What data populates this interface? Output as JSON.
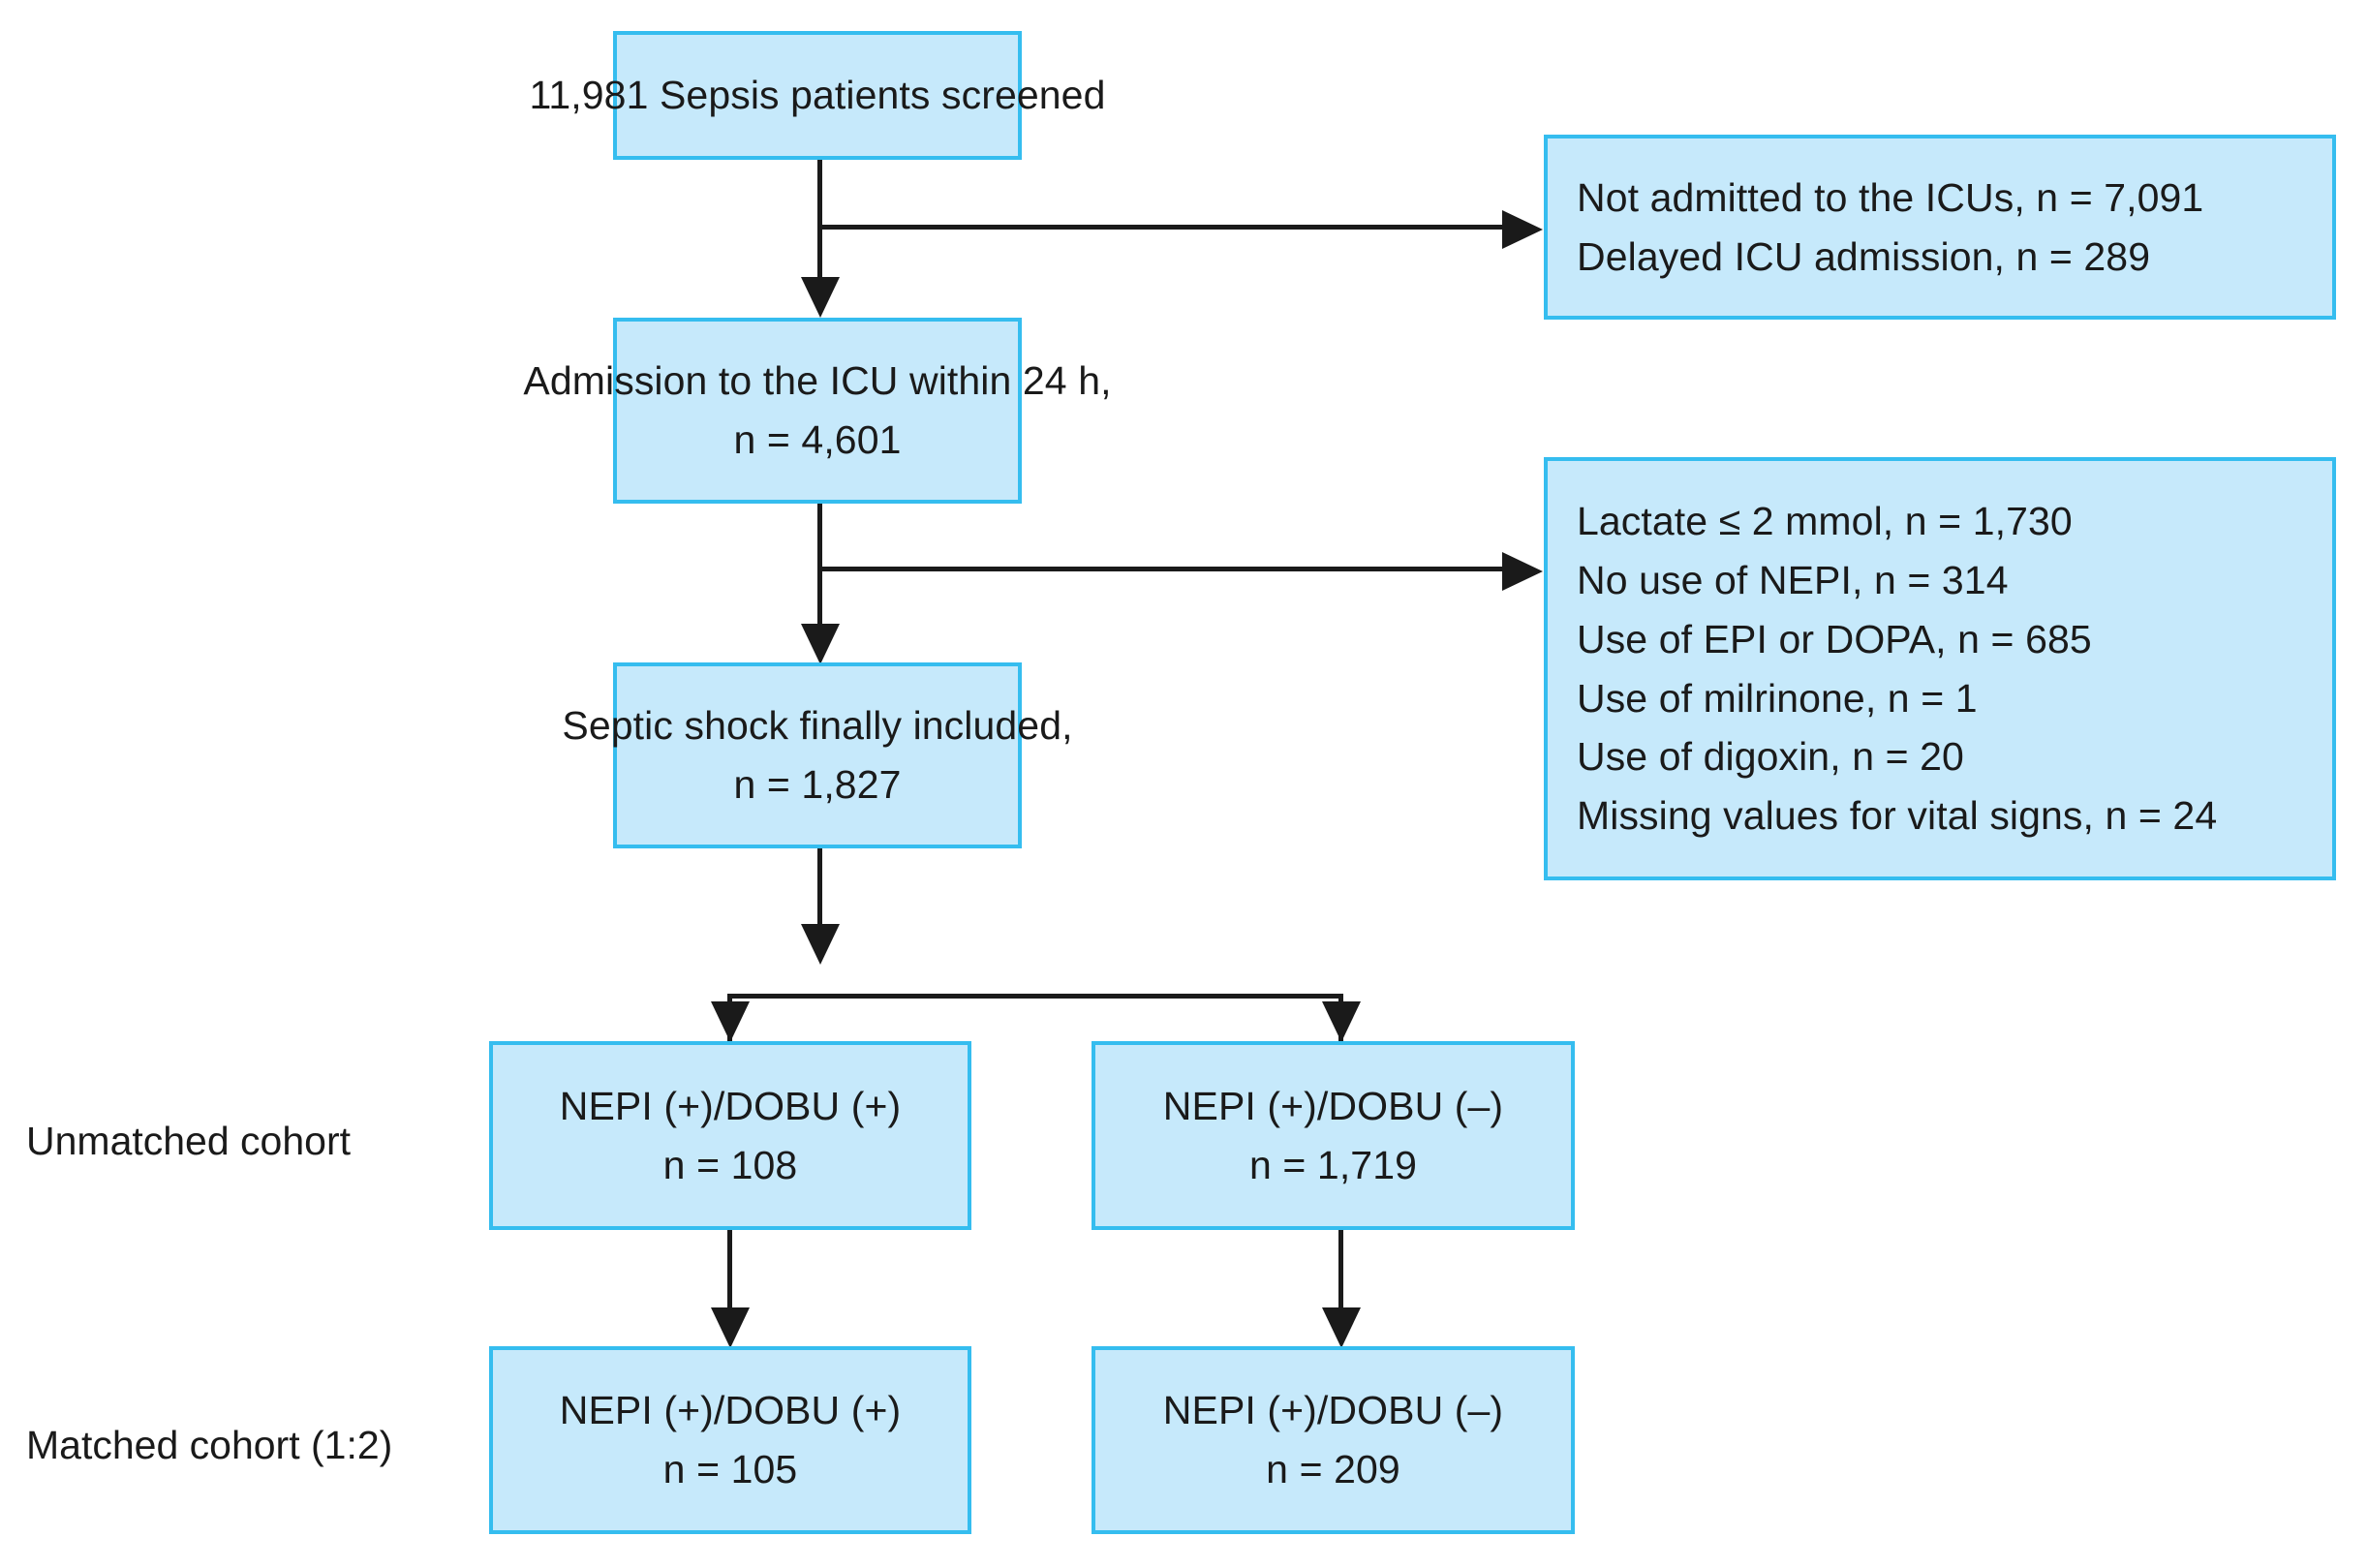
{
  "diagram": {
    "title": "Sepsis / septic shock patient selection flow",
    "accent_border_color": "#35bdef",
    "box_fill_color": "#c6e9fb",
    "connector_color": "#1a1a1a",
    "background_color": "#ffffff"
  },
  "boxes": {
    "screened": {
      "lines": [
        "11,981 Sepsis patients screened"
      ]
    },
    "icu_admission": {
      "lines": [
        "Admission to the ICU within 24 h,",
        "n = 4,601"
      ]
    },
    "septic_shock": {
      "lines": [
        "Septic shock finally included,",
        "n = 1,827"
      ]
    },
    "exclusion_1": {
      "lines": [
        "Not admitted to the ICUs, n = 7,091",
        "Delayed ICU admission, n = 289"
      ]
    },
    "exclusion_2": {
      "lines": [
        "Lactate ≤ 2 mmol, n = 1,730",
        "No use of NEPI, n = 314",
        "Use of EPI or DOPA, n = 685",
        "Use of milrinone, n = 1",
        "Use of digoxin, n = 20",
        "Missing values for vital signs, n = 24"
      ]
    },
    "unmatched_dobu_pos": {
      "lines": [
        "NEPI (+)/DOBU (+)",
        "n = 108"
      ]
    },
    "unmatched_dobu_neg": {
      "lines": [
        "NEPI (+)/DOBU (–)",
        "n = 1,719"
      ]
    },
    "matched_dobu_pos": {
      "lines": [
        "NEPI (+)/DOBU (+)",
        "n = 105"
      ]
    },
    "matched_dobu_neg": {
      "lines": [
        "NEPI (+)/DOBU (–)",
        "n = 209"
      ]
    }
  },
  "row_labels": {
    "unmatched": "Unmatched cohort",
    "matched": "Matched cohort (1:2)"
  }
}
